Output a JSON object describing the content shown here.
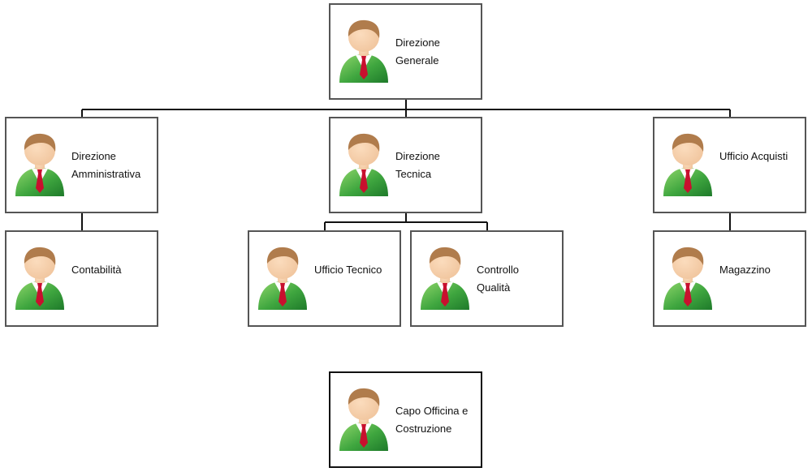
{
  "org_chart": {
    "nodes": [
      {
        "id": "direzione-generale",
        "lines": [
          "Direzione",
          "Generale"
        ]
      },
      {
        "id": "direzione-amministrativa",
        "lines": [
          "Direzione",
          "Amministrativa"
        ]
      },
      {
        "id": "direzione-tecnica",
        "lines": [
          "Direzione",
          "Tecnica"
        ]
      },
      {
        "id": "ufficio-acquisti",
        "lines": [
          "Ufficio Acquisti"
        ]
      },
      {
        "id": "contabilita",
        "lines": [
          "Contabilità"
        ]
      },
      {
        "id": "ufficio-tecnico",
        "lines": [
          "Ufficio Tecnico"
        ]
      },
      {
        "id": "controllo-qualita",
        "lines": [
          "Controllo",
          "Qualità"
        ]
      },
      {
        "id": "magazzino",
        "lines": [
          "Magazzino"
        ]
      },
      {
        "id": "capo-officina",
        "lines": [
          "Capo Officina e",
          "Costruzione"
        ]
      }
    ],
    "edges": [
      {
        "from": "direzione-generale",
        "to": "direzione-amministrativa"
      },
      {
        "from": "direzione-generale",
        "to": "direzione-tecnica"
      },
      {
        "from": "direzione-generale",
        "to": "ufficio-acquisti"
      },
      {
        "from": "direzione-amministrativa",
        "to": "contabilita"
      },
      {
        "from": "direzione-tecnica",
        "to": "ufficio-tecnico"
      },
      {
        "from": "direzione-tecnica",
        "to": "controllo-qualita"
      },
      {
        "from": "ufficio-acquisti",
        "to": "magazzino"
      }
    ],
    "icon": "person-avatar-icon",
    "colors": {
      "border": "#555555",
      "border_highlight": "#111111",
      "connector": "#111111",
      "suit": "#3fa63f",
      "tie": "#c8102e",
      "hair": "#b07c4c",
      "skin": "#f0c49c"
    }
  }
}
